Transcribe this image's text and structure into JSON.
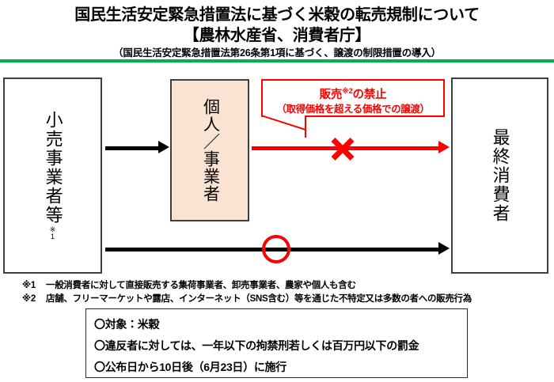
{
  "header": {
    "title_line1": "国民生活安定緊急措置法に基づく米穀の転売規制について",
    "title_line2": "【農林水産省、消費者庁】",
    "subtitle": "（国民生活安定緊急措置法第26条第1項に基づく、譲渡の制限措置の導入）",
    "rule_color": "#00B24C"
  },
  "diagram": {
    "box_retail": {
      "label": "小売事業者等",
      "note": "※\n1",
      "note_mark": "※",
      "note_num": "1"
    },
    "box_individual": {
      "label": "個人／事業者",
      "fill_color": "#FBE3D3"
    },
    "box_consumer": {
      "label": "最終消費者"
    },
    "callout": {
      "line1_before": "販売",
      "line1_sup": "※2",
      "line1_after": "の禁止",
      "line2": "（取得価格を超える価格での譲渡）",
      "color": "#FF0000"
    },
    "marks": {
      "x_mark": "prohibited-x",
      "circle_mark": "allowed-circle",
      "x_color": "#FF0000",
      "circle_color": "#FF0000"
    },
    "arrows": {
      "retail_to_individual": "black-arrow",
      "individual_to_consumer": "red-arrow",
      "retail_to_consumer": "black-arrow"
    }
  },
  "footnotes": [
    {
      "mark": "※1",
      "text": "一般消費者に対して直接販売する集荷事業者、卸売事業者、農家や個人も含む"
    },
    {
      "mark": "※2",
      "text": "店舗、フリーマーケットや露店、インターネット（SNS含む）等を通じた不特定又は多数の者への販売行為"
    }
  ],
  "summary": {
    "items": [
      "〇対象：米穀",
      "〇違反者に対しては、一年以下の拘禁刑若しくは百万円以下の罰金",
      "〇公布日から10日後（6月23日）に施行"
    ]
  }
}
